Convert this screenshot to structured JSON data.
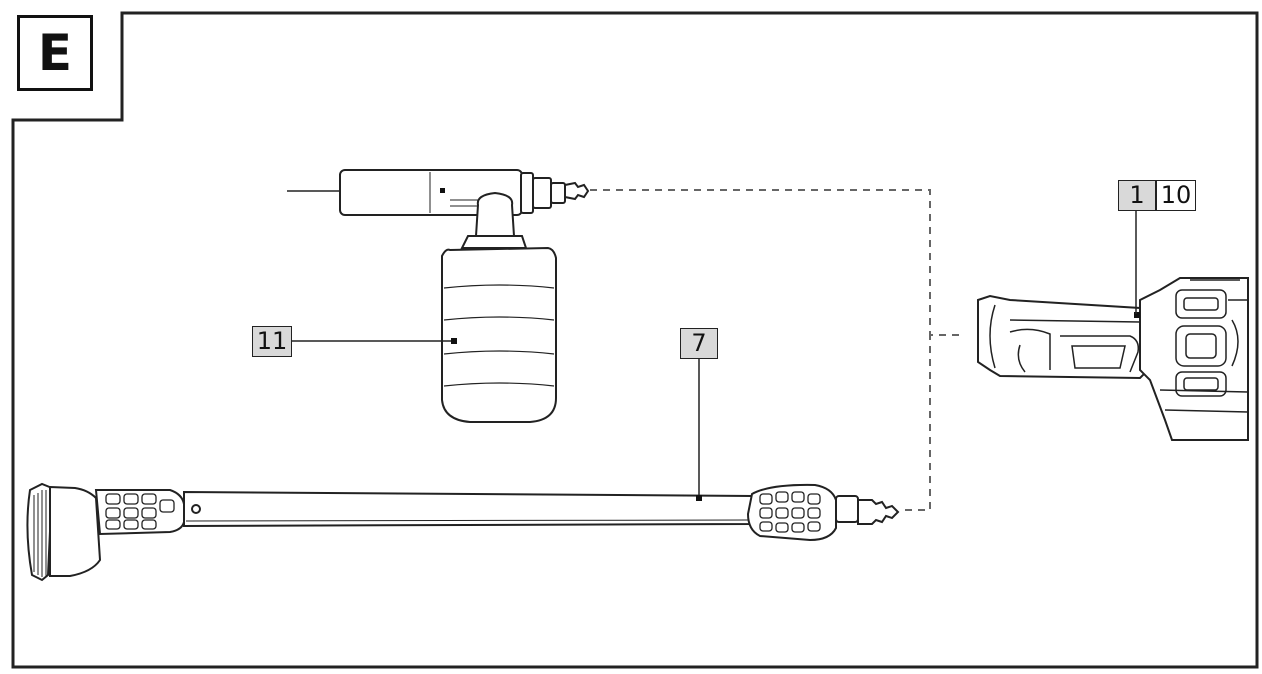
{
  "section": {
    "letter": "E"
  },
  "callouts": {
    "foam_bottle": "11",
    "lance": "7",
    "gun_a": "1",
    "gun_b": "10"
  },
  "icons": {
    "foam_bottle": "foam-cannon-bottle-icon",
    "lance": "spray-lance-icon",
    "gun": "spray-gun-handle-icon"
  },
  "colors": {
    "line": "#222222",
    "callout_fill": "#d9d9d9",
    "background": "#ffffff"
  }
}
